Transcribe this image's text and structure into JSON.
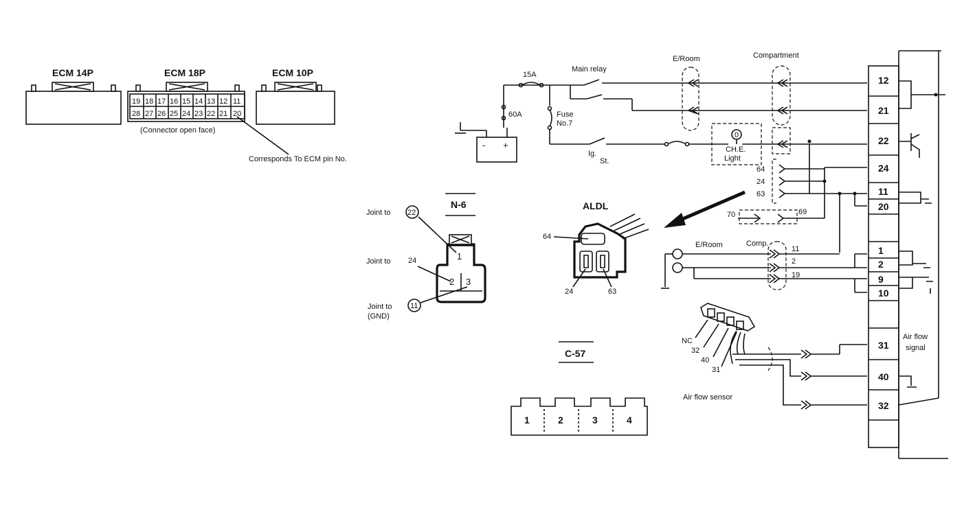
{
  "ecm_connectors": {
    "ecm14p": "ECM 14P",
    "ecm18p": "ECM 18P",
    "ecm10p": "ECM 10P",
    "pins_top": [
      "19",
      "18",
      "17",
      "16",
      "15",
      "14",
      "13",
      "12",
      "11"
    ],
    "pins_bottom": [
      "28",
      "27",
      "26",
      "25",
      "24",
      "23",
      "22",
      "21",
      "20"
    ],
    "open_face_note": "(Connector open face)",
    "pin_note": "Corresponds To ECM pin No."
  },
  "n6": {
    "title": "N-6",
    "joint_to_1": "Joint to",
    "joint_to_2": "Joint to",
    "joint_to_3": "Joint to",
    "gnd": "(GND)",
    "circled_22": "22",
    "num_24": "24",
    "circled_11": "11",
    "pin1": "1",
    "pin2": "2",
    "pin3": "3"
  },
  "aldl": {
    "title": "ALDL",
    "pin64": "64",
    "pin24": "24",
    "pin63": "63"
  },
  "c57": {
    "title": "C-57",
    "pins": [
      "1",
      "2",
      "3",
      "4"
    ]
  },
  "circuit": {
    "fuse15a": "15A",
    "fuse60a": "60A",
    "main_relay": "Main relay",
    "fuse_no7_a": "Fuse",
    "fuse_no7_b": "No.7",
    "ig": "Ig.",
    "st": "St.",
    "e_room": "E/Room",
    "compartment": "Compartment",
    "che_a": "CH.E.",
    "che_b": "Light",
    "che_icon_label": "0",
    "j64": "64",
    "j24": "24",
    "j63": "63",
    "j70": "70",
    "j69": "69",
    "e_room2": "E/Room",
    "comp": "Comp.",
    "c11": "11",
    "c2": "2",
    "c19": "19",
    "nc": "NC",
    "s32": "32",
    "s40": "40",
    "s31": "31",
    "air_flow_sensor": "Air flow sensor",
    "air_flow_signal_a": "Air flow",
    "air_flow_signal_b": "signal"
  },
  "ecm_terminals": [
    "12",
    "21",
    "22",
    "24",
    "11",
    "20",
    "1",
    "2",
    "9",
    "10",
    "31",
    "40",
    "32"
  ]
}
